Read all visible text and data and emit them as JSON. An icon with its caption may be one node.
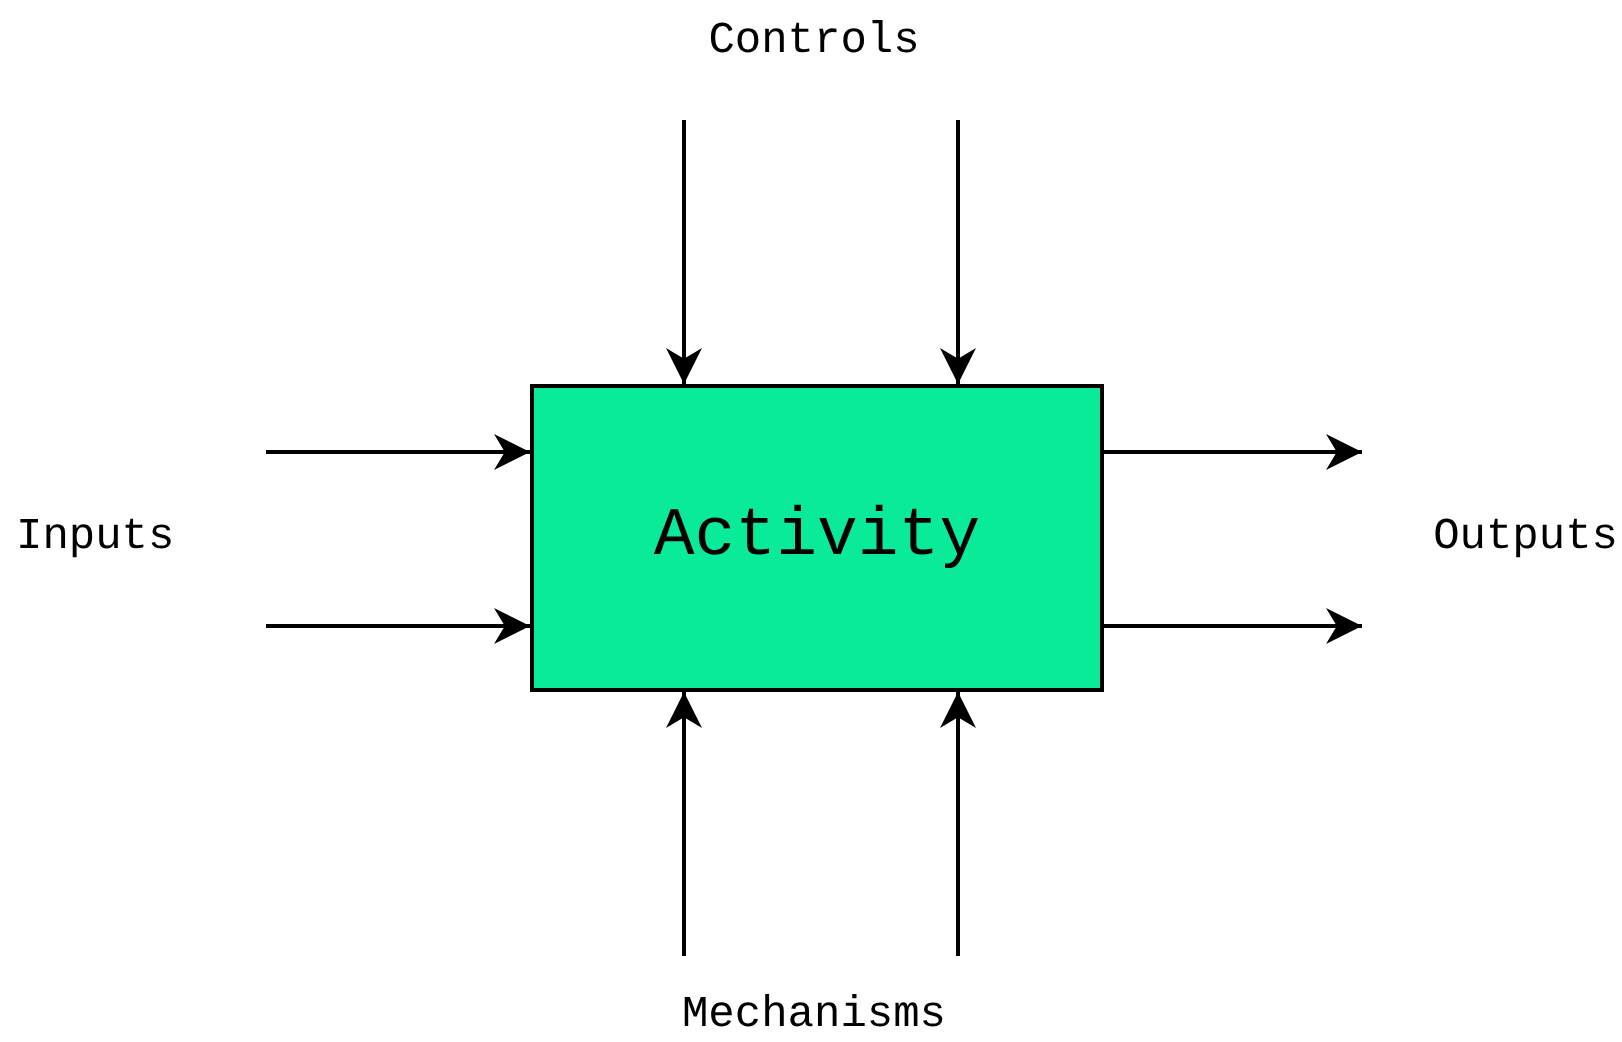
{
  "diagram": {
    "nodes": [
      {
        "text": [
          "Controls"
        ]
      },
      {
        "text": [
          "Inputs"
        ]
      },
      {
        "text": [
          "Activity"
        ]
      },
      {
        "text": [
          "Outputs"
        ]
      },
      {
        "text": [
          "Mechanisms"
        ]
      }
    ],
    "edges": [
      {
        "from": 0,
        "to": 2,
        "arrow": "to"
      },
      {
        "from": 0,
        "to": 2,
        "arrow": "to"
      },
      {
        "from": 1,
        "to": 2,
        "arrow": "to"
      },
      {
        "from": 1,
        "to": 2,
        "arrow": "to"
      },
      {
        "from": 2,
        "to": 3,
        "arrow": "to"
      },
      {
        "from": 2,
        "to": 3,
        "arrow": "to"
      },
      {
        "from": 4,
        "to": 2,
        "arrow": "to"
      },
      {
        "from": 4,
        "to": 2,
        "arrow": "to"
      }
    ]
  }
}
